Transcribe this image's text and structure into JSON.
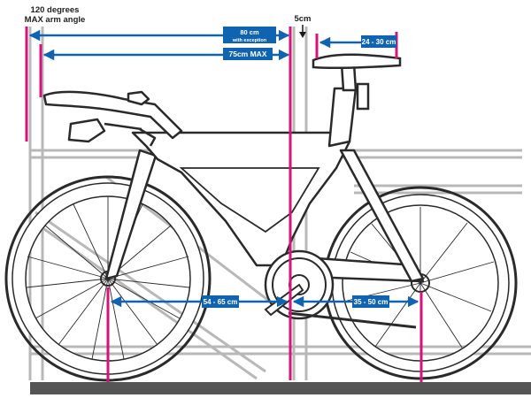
{
  "annotations": {
    "arm_angle": "120 degrees\nMAX arm angle",
    "saddle_drop": "5cm",
    "reach_exception": "80 cm\nwith exception",
    "reach_max": "75cm MAX",
    "saddle_length": "24 - 30 cm",
    "bb_to_front": "54 - 65 cm",
    "bb_to_rear": "35 - 50 cm"
  },
  "colors": {
    "dimension_blue": "#0f63b0",
    "marker_magenta": "#d4147a",
    "frame_outline": "#2a2a2a",
    "rack_gray": "#b8b8b8",
    "ground": "#555555"
  }
}
